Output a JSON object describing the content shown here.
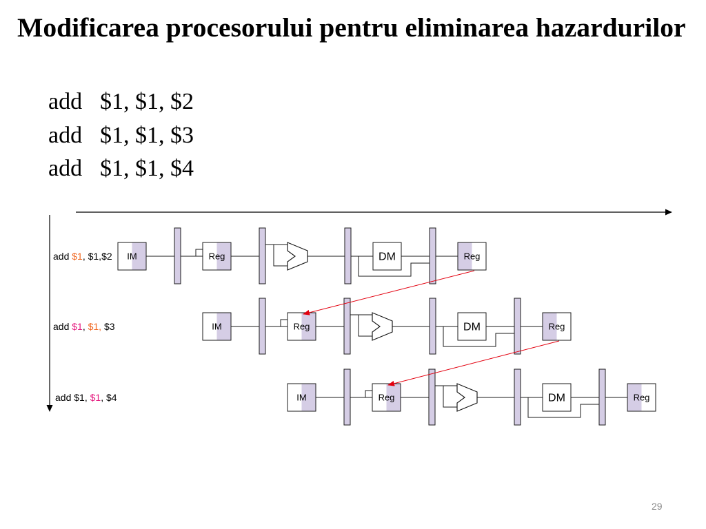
{
  "slide": {
    "title": "Modificarea procesorului pentru eliminarea hazardurilor",
    "code_lines": [
      {
        "op": "add",
        "operands": "$1, $1, $2"
      },
      {
        "op": "add",
        "operands": "$1, $1, $3"
      },
      {
        "op": "add",
        "operands": "$1, $1, $4"
      }
    ],
    "page_number": "29"
  },
  "pipeline": {
    "stage_labels": {
      "instruction_memory": "IM",
      "register_read": "Reg",
      "data_memory": "DM",
      "register_write": "Reg"
    },
    "rows": [
      {
        "label": [
          {
            "text": "add "
          },
          {
            "text": "$1",
            "color": "#f0661f"
          },
          {
            "text": ", $1,$2"
          }
        ]
      },
      {
        "label": [
          {
            "text": "add "
          },
          {
            "text": "$1",
            "color": "#e5197e"
          },
          {
            "text": ", "
          },
          {
            "text": "$1,",
            "color": "#f0661f"
          },
          {
            "text": " $3"
          }
        ]
      },
      {
        "label": [
          {
            "text": "add $1, "
          },
          {
            "text": "$1",
            "color": "#e5197e"
          },
          {
            "text": ", $4"
          }
        ]
      }
    ],
    "forwarding": [
      {
        "from_row": 0,
        "to_row": 1
      },
      {
        "from_row": 1,
        "to_row": 2
      }
    ],
    "colors": {
      "pipeline_register": "#d5cde5",
      "forwarding_arrow": "#e3000f"
    }
  }
}
